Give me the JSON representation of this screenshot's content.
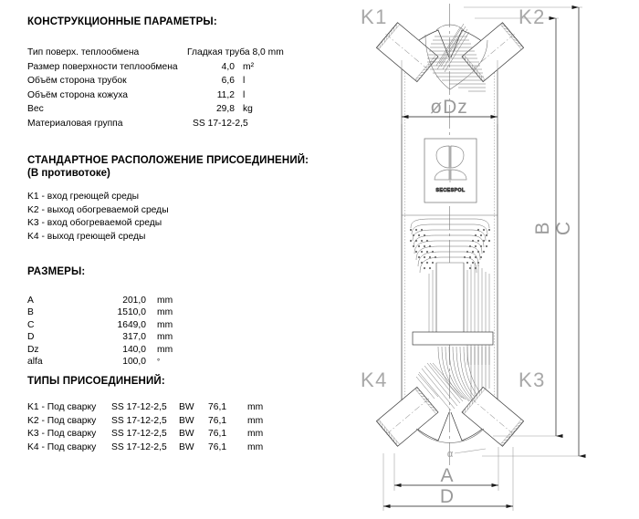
{
  "construction": {
    "title": "КОНСТРУКЦИОННЫЕ ПАРАМЕТРЫ:",
    "rows": [
      {
        "label": "Тип поверх. теплообмена",
        "value": "Гладкая труба 8,0 mm",
        "unit": ""
      },
      {
        "label": "Размер поверхности теплообмена",
        "value": "4,0",
        "unit": "m²"
      },
      {
        "label": "Объём сторона трубок",
        "value": "6,6",
        "unit": "l"
      },
      {
        "label": "Объём сторона кожуха",
        "value": "11,2",
        "unit": "l"
      },
      {
        "label": "Вес",
        "value": "29,8",
        "unit": "kg"
      },
      {
        "label": "Материаловая группа",
        "value": "SS 17-12-2,5",
        "unit": ""
      }
    ]
  },
  "arrangement": {
    "title": "СТАНДАРТНОЕ РАСПОЛОЖЕНИЕ ПРИСОЕДИНЕНИЙ:",
    "subtitle": "(В противотоке)",
    "items": [
      "K1 - вход греющей среды",
      "K2 - выход обогреваемой среды",
      "K3 - вход обогреваемой среды",
      "K4 - выход греющей среды"
    ]
  },
  "dimensions": {
    "title": "РАЗМЕРЫ:",
    "rows": [
      {
        "label": "A",
        "value": "201,0",
        "unit": "mm"
      },
      {
        "label": "B",
        "value": "1510,0",
        "unit": "mm"
      },
      {
        "label": "C",
        "value": "1649,0",
        "unit": "mm"
      },
      {
        "label": "D",
        "value": "317,0",
        "unit": "mm"
      },
      {
        "label": "Dz",
        "value": "140,0",
        "unit": "mm"
      },
      {
        "label": "alfa",
        "value": "100,0",
        "unit": "°"
      }
    ]
  },
  "connections": {
    "title": "ТИПЫ ПРИСОЕДИНЕНИЙ:",
    "rows": [
      {
        "port": "K1 - Под сварку",
        "material": "SS 17-12-2,5",
        "type": "BW",
        "size": "76,1",
        "unit": "mm"
      },
      {
        "port": "K2 - Под сварку",
        "material": "SS 17-12-2,5",
        "type": "BW",
        "size": "76,1",
        "unit": "mm"
      },
      {
        "port": "K3 - Под сварку",
        "material": "SS 17-12-2,5",
        "type": "BW",
        "size": "76,1",
        "unit": "mm"
      },
      {
        "port": "K4 - Под сварку",
        "material": "SS 17-12-2,5",
        "type": "BW",
        "size": "76,1",
        "unit": "mm"
      }
    ]
  },
  "drawing": {
    "labels": {
      "k1": "K1",
      "k2": "K2",
      "k3": "K3",
      "k4": "K4",
      "dz": "øDz",
      "a": "A",
      "b": "B",
      "c": "C",
      "d": "D",
      "alpha": "α"
    },
    "logo_text": "SECESPOL"
  },
  "colors": {
    "text": "#000000",
    "line": "#404040",
    "dimension_label": "#9a9a9a",
    "port_label": "#a8a8a8",
    "background": "#ffffff"
  }
}
